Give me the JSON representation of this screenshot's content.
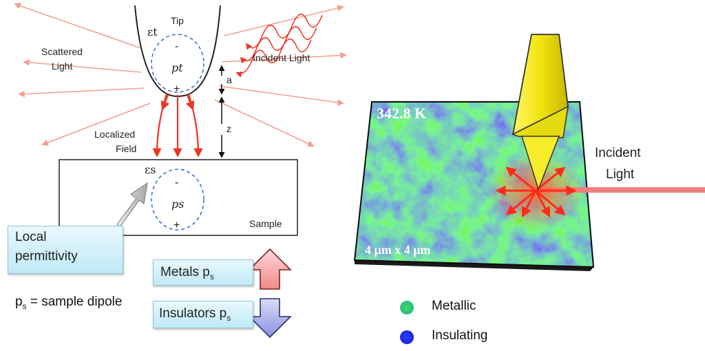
{
  "left_diagram": {
    "tip_label": "Tip",
    "eps_t": "εt",
    "p_t": "pt",
    "minus": "-",
    "plus": "+",
    "incident_light": "Incident Light",
    "scattered_light_1": "Scattered",
    "scattered_light_2": "Light",
    "a_label": "a",
    "z_label": "z",
    "localized_field_1": "Localized",
    "localized_field_2": "Field",
    "eps_s": "εs",
    "p_s": "ps",
    "sample_label": "Sample",
    "local_permittivity_1": "Local",
    "local_permittivity_2": "permittivity",
    "metals_label": "Metals",
    "insulators_label": "Insulators",
    "ps_text": "p",
    "ps_sub": "s",
    "formula_main": "p",
    "formula_sub": "s",
    "formula_rest": " = sample dipole"
  },
  "right_image": {
    "temperature": "342.8 K",
    "scale": "4 μm x 4 μm",
    "incident_1": "Incident",
    "incident_2": "Light"
  },
  "legend": {
    "metallic": "Metallic",
    "insulating": "Insulating"
  },
  "colors": {
    "red_arrow": "#ee3322",
    "beam": "#f08080",
    "tip_yellow": "#f5ec10",
    "map_blue": "#2a3aa8",
    "map_green": "#4fc24f",
    "box_bg": "#c8eef8"
  }
}
